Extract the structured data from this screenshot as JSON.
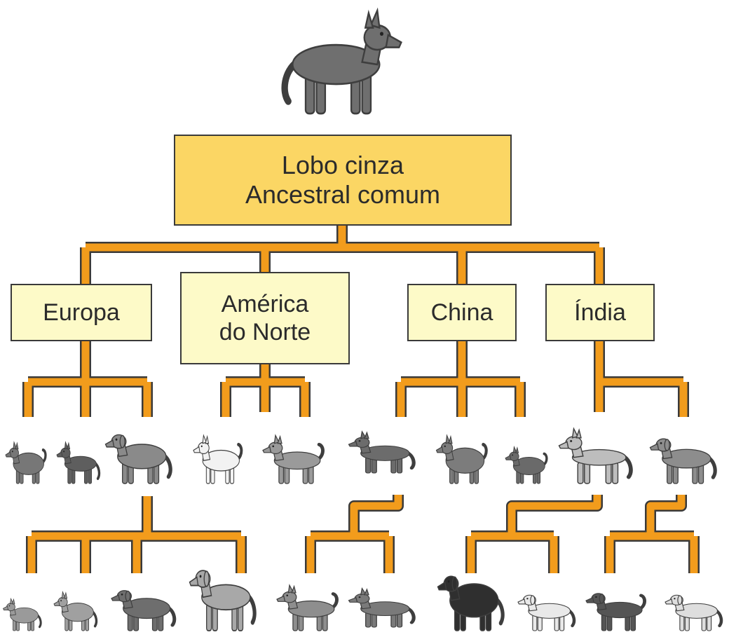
{
  "root": {
    "line1": "Lobo cinza",
    "line2": "Ancestral comum"
  },
  "regions": [
    {
      "line1": "Europa"
    },
    {
      "line1": "América",
      "line2": "do Norte"
    },
    {
      "line1": "China"
    },
    {
      "line1": "Índia"
    }
  ],
  "colors": {
    "connector": "#f29c1c",
    "connector_outline": "#3a3a3a",
    "root_fill": "#fbd664",
    "region_fill": "#fdfac8",
    "dog_fill": "#8c8c8c",
    "dog_stroke": "#3e3e3e"
  },
  "icons": {
    "ancestor": "wolf-icon",
    "breeds": "dog-icon"
  }
}
